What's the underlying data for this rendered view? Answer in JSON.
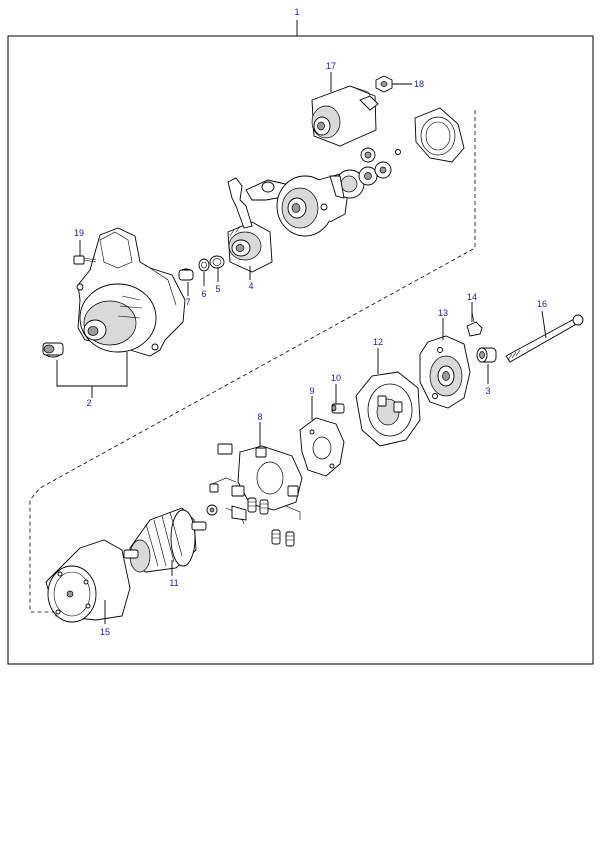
{
  "colors": {
    "callout_text": "#1a1a99",
    "line": "#000000",
    "background": "#ffffff"
  },
  "callouts": {
    "c1": "1",
    "c2": "2",
    "c3": "3",
    "c4": "4",
    "c5": "5",
    "c6": "6",
    "c7": "7",
    "c8": "8",
    "c9": "9",
    "c10": "10",
    "c11": "11",
    "c12": "12",
    "c13": "13",
    "c14": "14",
    "c15": "15",
    "c16": "16",
    "c17": "17",
    "c18": "18",
    "c19": "19"
  }
}
